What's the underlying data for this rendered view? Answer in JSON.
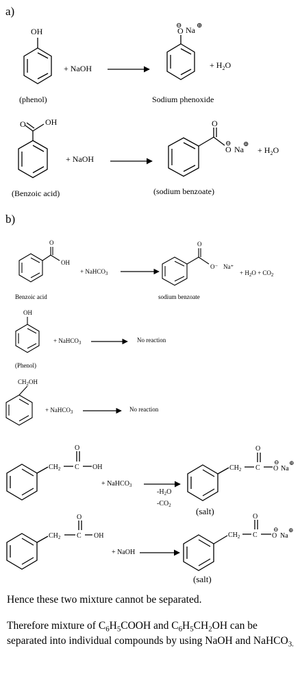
{
  "part_a": {
    "label": "a)",
    "reaction_phenol": {
      "oh": "OH",
      "reagent": "+ NaOH",
      "by_water": "+ H2O",
      "name": "(phenol)",
      "product_name": "Sodium phenoxide",
      "o": "O",
      "minus": "⊖",
      "na": "Na",
      "plus": "⊕"
    },
    "reaction_benzoic": {
      "o_carbonyl": "O",
      "oh": "OH",
      "reagent": "+ NaOH",
      "name": "(Benzoic acid)",
      "product_name": "(sodium benzoate)",
      "product_o": "O",
      "product_o2": "O",
      "minus": "⊖",
      "na": "Na",
      "plus": "⊕",
      "by_water": "+ H2O"
    }
  },
  "part_b": {
    "label": "b)",
    "reaction_benzoic": {
      "o_top": "O",
      "oh": "OH",
      "reagent": "+ NaHCO3",
      "name": "Benzoic acid",
      "product_name": "sodium benzoate",
      "prod_o_top": "O",
      "prod_o_minus": "O⁻",
      "na_plus": "Na⁺",
      "byproducts": "+ H2O + CO2"
    },
    "reaction_phenol": {
      "oh": "OH",
      "reagent": "+ NaHCO3",
      "result": "No reaction",
      "name": "(Phenol)"
    },
    "reaction_benzyl_alcohol": {
      "ch2oh": "CH2OH",
      "reagent": "+ NaHCO3",
      "result": "No reaction"
    },
    "reaction_phenylacetic_nahco3": {
      "o_top": "O",
      "ch2": "CH2",
      "c": "C",
      "oh": "OH",
      "reagent": "+ NaHCO3",
      "minus_h2o": "-H2O",
      "minus_co2": "-CO2",
      "prod_o_top": "O",
      "prod_ch2": "CH2",
      "prod_c": "C",
      "prod_o": "O",
      "minus": "⊖",
      "na": "Na",
      "plus": "⊕",
      "salt": "(salt)"
    },
    "reaction_phenylacetic_naoh": {
      "o_top": "O",
      "ch2": "CH2",
      "c": "C",
      "oh": "OH",
      "reagent": "+ NaOH",
      "prod_o_top": "O",
      "prod_ch2": "CH2",
      "prod_c": "C",
      "prod_o": "O",
      "minus": "⊖",
      "na": "Na",
      "plus": "⊕",
      "salt": "(salt)"
    }
  },
  "conclusion": {
    "line1": "Hence these two mixture cannot be separated.",
    "line2_part1": "Therefore mixture of C",
    "line2_sub1": "6",
    "line2_part2": "H",
    "line2_sub2": "5",
    "line2_part3": "COOH and C",
    "line2_sub3": "6",
    "line2_part4": "H",
    "line2_sub4": "5",
    "line2_part5": "CH",
    "line2_sub5": "2",
    "line2_part6": "OH can be separated into individual compounds by using NaOH and NaHCO",
    "line2_sub6": "3."
  }
}
